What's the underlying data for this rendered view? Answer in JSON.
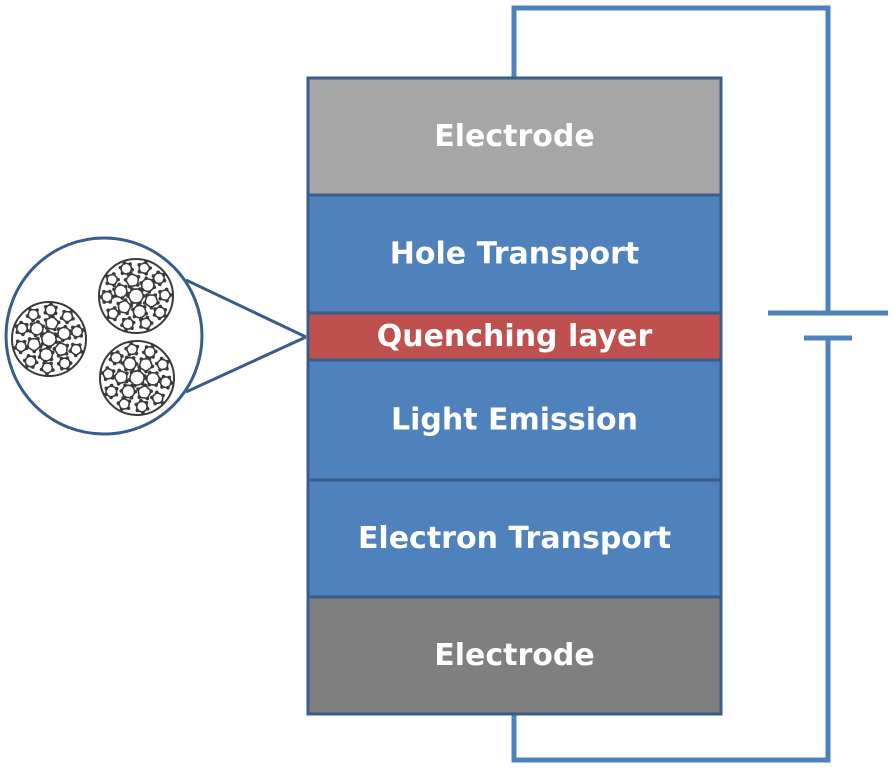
{
  "layers": [
    {
      "label": "Electrode",
      "fill": "#a6a6a6"
    },
    {
      "label": "Hole Transport",
      "fill": "#4f81bd"
    },
    {
      "label": "Quenching layer",
      "fill": "#c0504d"
    },
    {
      "label": "Light Emission",
      "fill": "#4f81bd"
    },
    {
      "label": "Electron Transport",
      "fill": "#4f81bd"
    },
    {
      "label": "Electrode",
      "fill": "#7f7f7f"
    }
  ],
  "colors": {
    "wire": "#4f81bd",
    "outline": "#385d8a",
    "text": "#ffffff",
    "molecule": "#3a3a3a"
  },
  "icons": {
    "battery": "battery-icon",
    "molecule": "fullerene-icon"
  }
}
